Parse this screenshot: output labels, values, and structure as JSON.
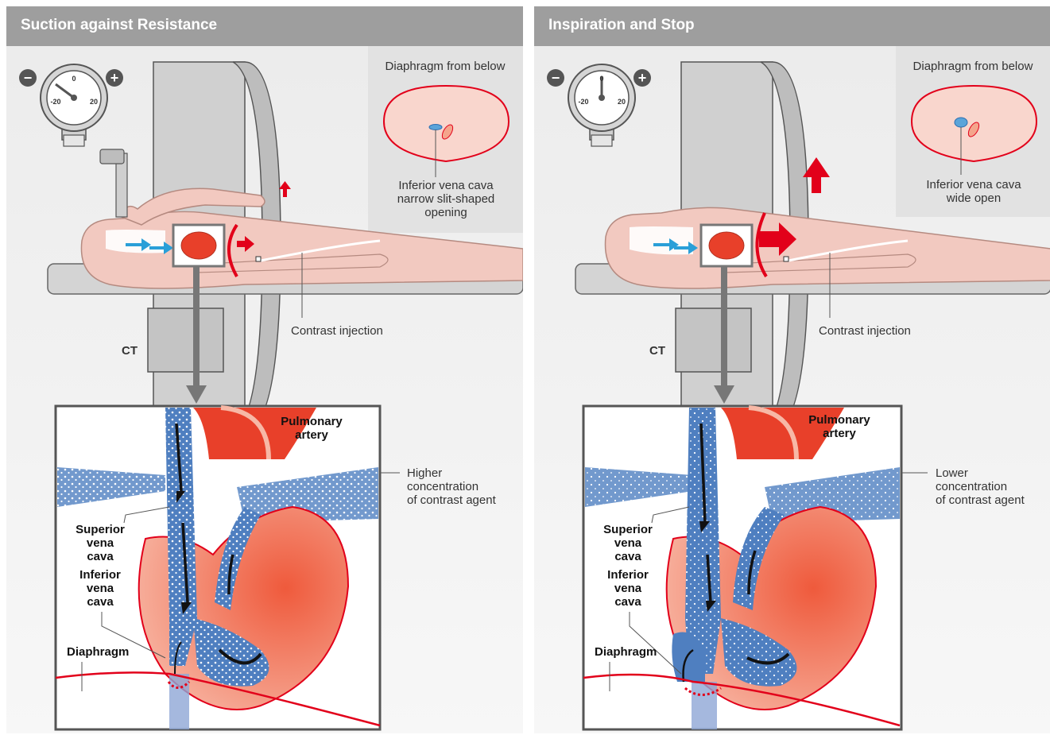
{
  "colors": {
    "header": "#9e9e9e",
    "background": "#efefef",
    "skin": "#f2c9c0",
    "heart": "#e8402a",
    "blood_blue": "#4f7fc0",
    "arrow_red": "#e2001a",
    "arrow_blue": "#2a9fd8",
    "ct_gray": "#c8c8c8"
  },
  "panels": [
    {
      "title": "Suction against Resistance",
      "gauge": {
        "minus": "−",
        "plus": "+",
        "tick_left": "-20",
        "tick_top": "0",
        "tick_right": "20"
      },
      "inset_title": "Diaphragm from below",
      "inset_caption": [
        "Inferior vena cava",
        "narrow slit-shaped",
        "opening"
      ],
      "contrast_label": "Contrast injection",
      "ct_label": "CT",
      "pulmonary_label": [
        "Pulmonary",
        "artery"
      ],
      "concentration_label": [
        "Higher",
        "concentration",
        "of contrast agent"
      ],
      "svc_label": [
        "Superior",
        "vena",
        "cava"
      ],
      "ivc_label": [
        "Inferior",
        "vena",
        "cava"
      ],
      "diaphragm_label": "Diaphragm"
    },
    {
      "title": "Inspiration and Stop",
      "gauge": {
        "minus": "−",
        "plus": "+",
        "tick_left": "-20",
        "tick_top": "0",
        "tick_right": "20"
      },
      "inset_title": "Diaphragm from below",
      "inset_caption": [
        "Inferior vena cava",
        "wide open"
      ],
      "contrast_label": "Contrast injection",
      "ct_label": "CT",
      "pulmonary_label": [
        "Pulmonary",
        "artery"
      ],
      "concentration_label": [
        "Lower",
        "concentration",
        "of contrast agent"
      ],
      "svc_label": [
        "Superior",
        "vena",
        "cava"
      ],
      "ivc_label": [
        "Inferior",
        "vena",
        "cava"
      ],
      "diaphragm_label": "Diaphragm"
    }
  ]
}
